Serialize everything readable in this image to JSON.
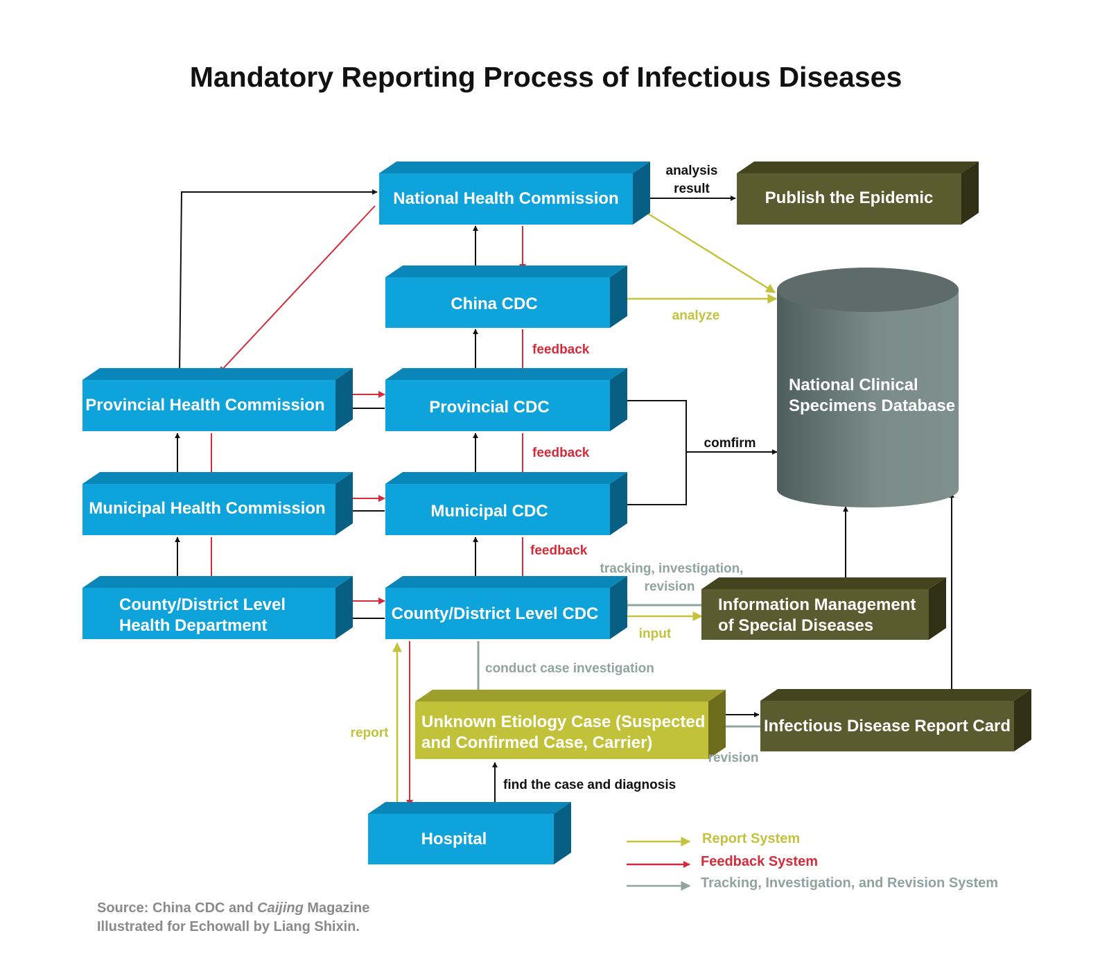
{
  "title": "Mandatory Reporting Process of Infectious Diseases",
  "colors": {
    "box_blue": "#0fa3db",
    "box_olive": "#5a5b2e",
    "box_yellow": "#c2c23a",
    "cylinder_gray": "#6f807c",
    "report_arrow": "#c4c13d",
    "feedback_arrow": "#d42b3a",
    "tracking_arrow": "#8fa39f",
    "black_arrow": "#111111"
  },
  "nodes": {
    "national_health_commission": "National Health Commission",
    "publish_epidemic": "Publish the Epidemic",
    "china_cdc": "China CDC",
    "database": [
      "National Clinical",
      "Specimens Database"
    ],
    "provincial_health_commission": "Provincial Health Commission",
    "provincial_cdc": "Provincial CDC",
    "municipal_health_commission": "Municipal Health Commission",
    "municipal_cdc": "Municipal CDC",
    "county_health_department": [
      "County/District Level",
      "Health Department"
    ],
    "county_cdc": "County/District Level CDC",
    "info_management": [
      "Information Management",
      "of Special Diseases"
    ],
    "unknown_case": [
      "Unknown Etiology Case (Suspected",
      "and Confirmed Case, Carrier)"
    ],
    "report_card": "Infectious Disease Report Card",
    "hospital": "Hospital"
  },
  "edge_labels": {
    "analysis_result": [
      "analysis",
      "result"
    ],
    "analyze": "analyze",
    "feedback_1": "feedback",
    "feedback_2": "feedback",
    "feedback_3": "feedback",
    "comfirm": "comfirm",
    "tracking": [
      "tracking, investigation,",
      "revision"
    ],
    "input": "input",
    "conduct_case_investigation": "conduct case investigation",
    "report": "report",
    "revision": "revision",
    "find_case": "find the case and diagnosis"
  },
  "legend": [
    {
      "label": "Report System",
      "color": "#c4c13d"
    },
    {
      "label": "Feedback System",
      "color": "#d42b3a"
    },
    {
      "label": "Tracking, Investigation, and Revision System",
      "color": "#8fa39f"
    }
  ],
  "source": {
    "line1_prefix": "Source: China CDC and ",
    "line1_italic": "Caijing",
    "line1_suffix": " Magazine",
    "line2": "Illustrated for Echowall by Liang Shixin."
  }
}
